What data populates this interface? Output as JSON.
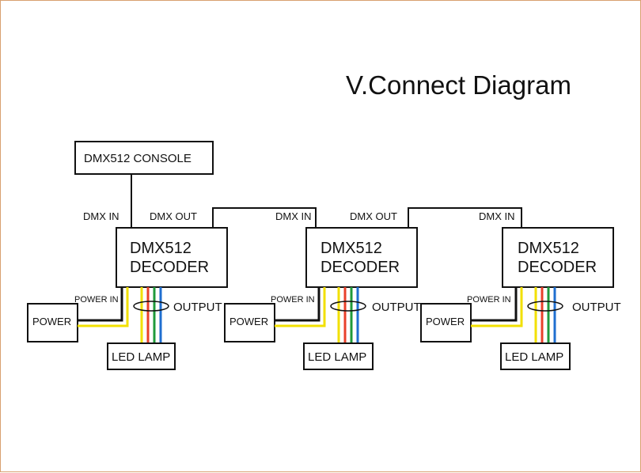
{
  "diagram": {
    "title": "V.Connect Diagram",
    "console_label": "DMX512 CONSOLE",
    "units": [
      {
        "decoder_line1": "DMX512",
        "decoder_line2": "DECODER",
        "dmx_in_label": "DMX IN",
        "dmx_out_label": "DMX OUT",
        "power_in_label": "POWER IN",
        "output_label": "OUTPUT",
        "power_label": "POWER",
        "lamp_label": "LED LAMP"
      },
      {
        "decoder_line1": "DMX512",
        "decoder_line2": "DECODER",
        "dmx_in_label": "DMX IN",
        "dmx_out_label": "DMX OUT",
        "power_in_label": "POWER IN",
        "output_label": "OUTPUT",
        "power_label": "POWER",
        "lamp_label": "LED LAMP"
      },
      {
        "decoder_line1": "DMX512",
        "decoder_line2": "DECODER",
        "dmx_in_label": "DMX IN",
        "power_in_label": "POWER IN",
        "output_label": "OUTPUT",
        "power_label": "POWER",
        "lamp_label": "LED LAMP"
      }
    ],
    "colors": {
      "line": "#111111",
      "power_wire": "#f2e000",
      "output_wires": [
        "#f2e000",
        "#e8402a",
        "#1f9a3a",
        "#1f6fd0"
      ]
    }
  }
}
